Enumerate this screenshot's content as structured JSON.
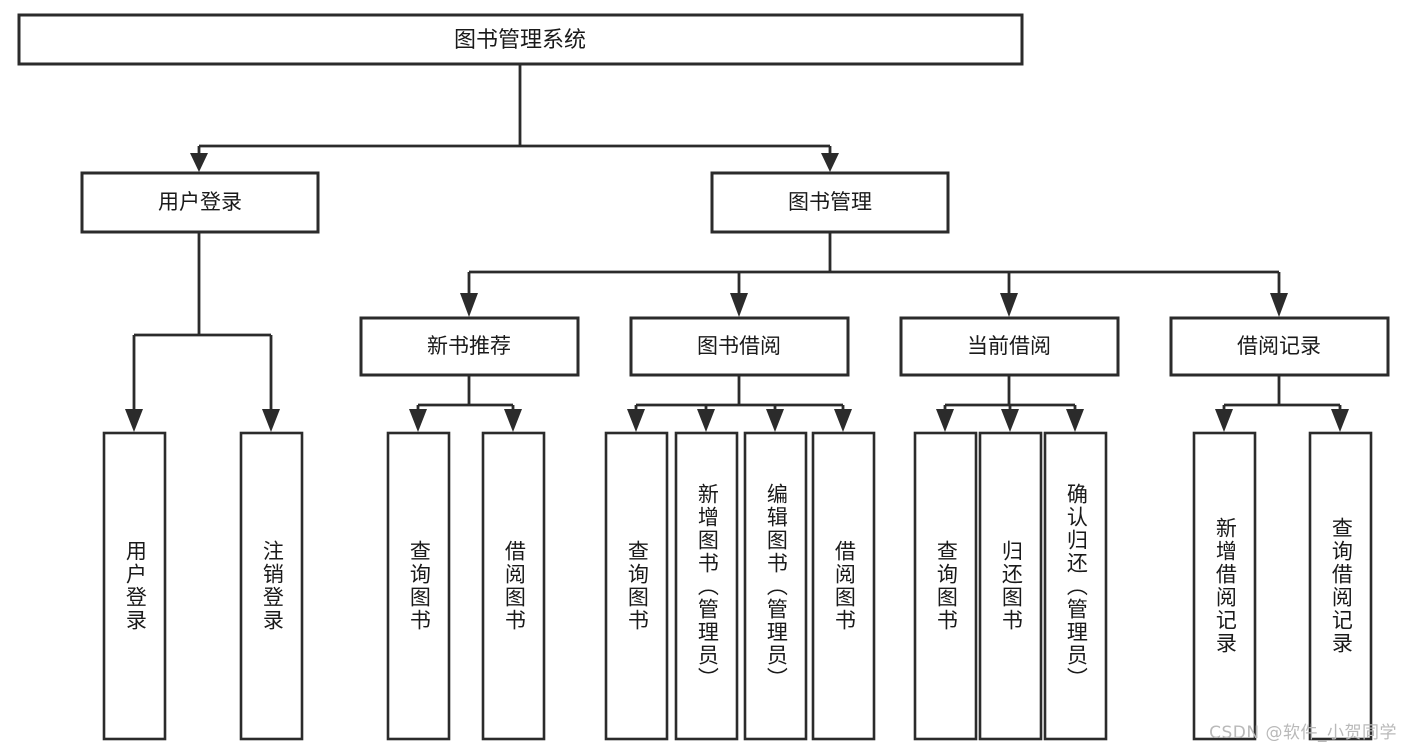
{
  "diagram": {
    "title": "图书管理系统",
    "type": "tree-hierarchy",
    "background_color": "#ffffff",
    "line_color": "#2b2b2b",
    "text_color": "#1a1a1a",
    "watermark": "CSDN @软件_小贺同学"
  },
  "nodes": {
    "root": {
      "label": "图书管理系统"
    },
    "level2": [
      {
        "id": "user-login",
        "label": "用户登录"
      },
      {
        "id": "book-manage",
        "label": "图书管理"
      }
    ],
    "level3": [
      {
        "id": "new-book-recommend",
        "label": "新书推荐"
      },
      {
        "id": "book-borrow",
        "label": "图书借阅"
      },
      {
        "id": "current-borrow",
        "label": "当前借阅"
      },
      {
        "id": "borrow-record",
        "label": "借阅记录"
      }
    ],
    "leaves": {
      "user-login": [
        {
          "id": "leaf-user-login",
          "label": "用户登录"
        },
        {
          "id": "leaf-user-logout",
          "label": "注销登录"
        }
      ],
      "new-book-recommend": [
        {
          "id": "leaf-query-book-1",
          "label": "查询图书"
        },
        {
          "id": "leaf-borrow-book-1",
          "label": "借阅图书"
        }
      ],
      "book-borrow": [
        {
          "id": "leaf-query-book-2",
          "label": "查询图书"
        },
        {
          "id": "leaf-add-book",
          "label": "新增图书（管理员）"
        },
        {
          "id": "leaf-edit-book",
          "label": "编辑图书（管理员）"
        },
        {
          "id": "leaf-borrow-book-2",
          "label": "借阅图书"
        }
      ],
      "current-borrow": [
        {
          "id": "leaf-query-book-3",
          "label": "查询图书"
        },
        {
          "id": "leaf-return-book",
          "label": "归还图书"
        },
        {
          "id": "leaf-confirm-return",
          "label": "确认归还（管理员）"
        }
      ],
      "borrow-record": [
        {
          "id": "leaf-add-record",
          "label": "新增借阅记录"
        },
        {
          "id": "leaf-query-record",
          "label": "查询借阅记录"
        }
      ]
    }
  }
}
